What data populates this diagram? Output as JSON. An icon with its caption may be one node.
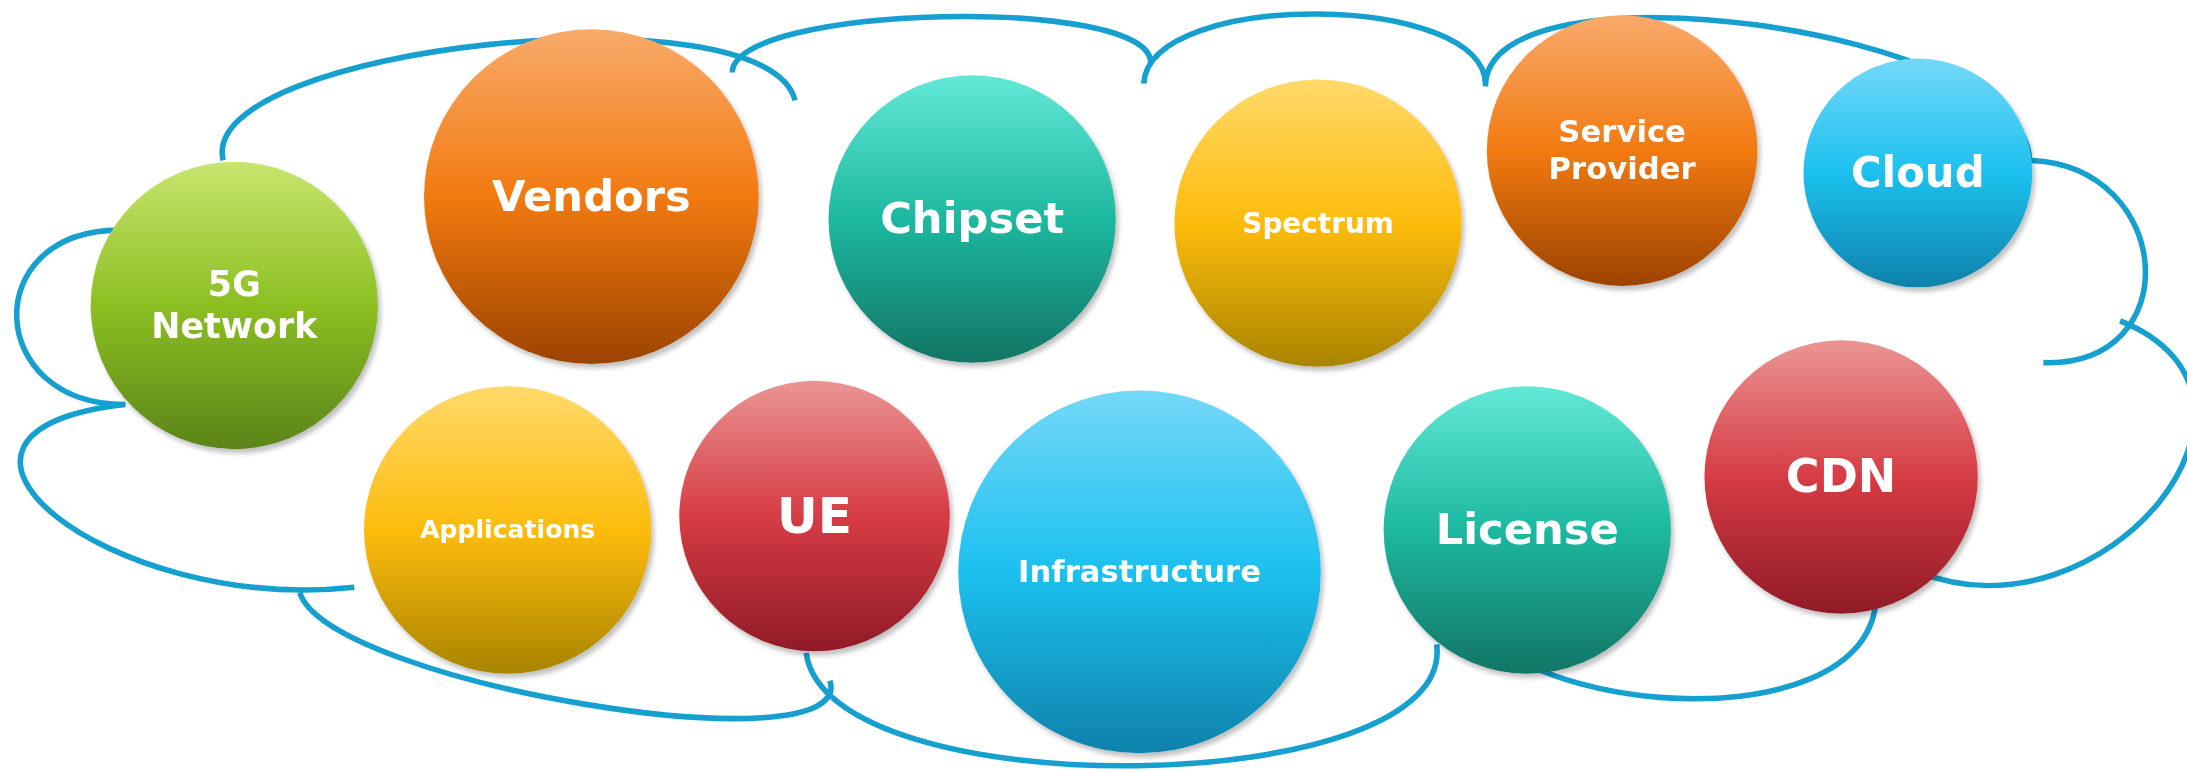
{
  "diagram": {
    "nodes": [
      {
        "text": [],
        "shape": "cloud"
      },
      {
        "text": [
          "5G Network"
        ],
        "in": 0
      },
      {
        "text": [
          "Vendors"
        ],
        "in": 0
      },
      {
        "text": [
          "Chipset"
        ],
        "in": 0
      },
      {
        "text": [
          "Spectrum"
        ],
        "in": 0
      },
      {
        "text": [
          "Service Provider"
        ],
        "in": 0
      },
      {
        "text": [
          "Cloud"
        ],
        "in": 0
      },
      {
        "text": [
          "Applications"
        ],
        "in": 0
      },
      {
        "text": [
          "UE"
        ],
        "in": 0
      },
      {
        "text": [
          "Infrastructure"
        ],
        "in": 0
      },
      {
        "text": [
          "License"
        ],
        "in": 0
      },
      {
        "text": [
          "CDN"
        ],
        "in": 0
      }
    ]
  }
}
